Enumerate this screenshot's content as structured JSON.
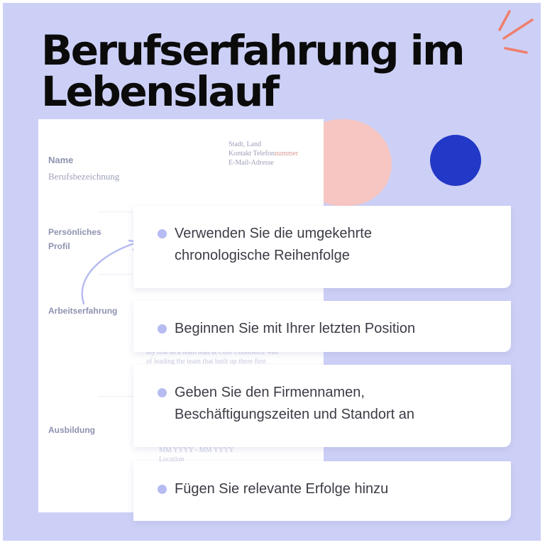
{
  "title": "Berufserfahrung im Lebenslauf",
  "colors": {
    "background": "#cdd0f6",
    "accent_blue": "#2238c6",
    "accent_pink": "#f7c6c2",
    "spark": "#ef7f6e",
    "bullet": "#b6bbf1"
  },
  "resume": {
    "name": "Name",
    "job_title": "Berufsbezeichnung",
    "contact": {
      "city": "Stadt, Land",
      "phone_prefix": "Kontakt Telefon",
      "phone_suffix": "nummer",
      "email": "E-Mail-Adresse"
    },
    "sections": {
      "profile_line1": "Persönliches",
      "profile_line2": "Profil",
      "experience": "Arbeitserfahrung",
      "education": "Ausbildung"
    },
    "ghost_text": {
      "experience_line1": "my role as a team lead at Core Commerce was",
      "experience_line2": "of leading the team that built up there first",
      "education_line1": "MM YYYY - MM YYYY",
      "education_line2": "Location"
    }
  },
  "tips": [
    {
      "line1": "Verwenden Sie die umgekehrte",
      "line2": "chronologische Reihenfolge"
    },
    {
      "line1": "Beginnen Sie mit Ihrer letzten Position",
      "line2": ""
    },
    {
      "line1": "Geben Sie den Firmennamen,",
      "line2": "Beschäftigungszeiten und Standort an"
    },
    {
      "line1": "Fügen Sie relevante Erfolge hinzu",
      "line2": ""
    }
  ]
}
